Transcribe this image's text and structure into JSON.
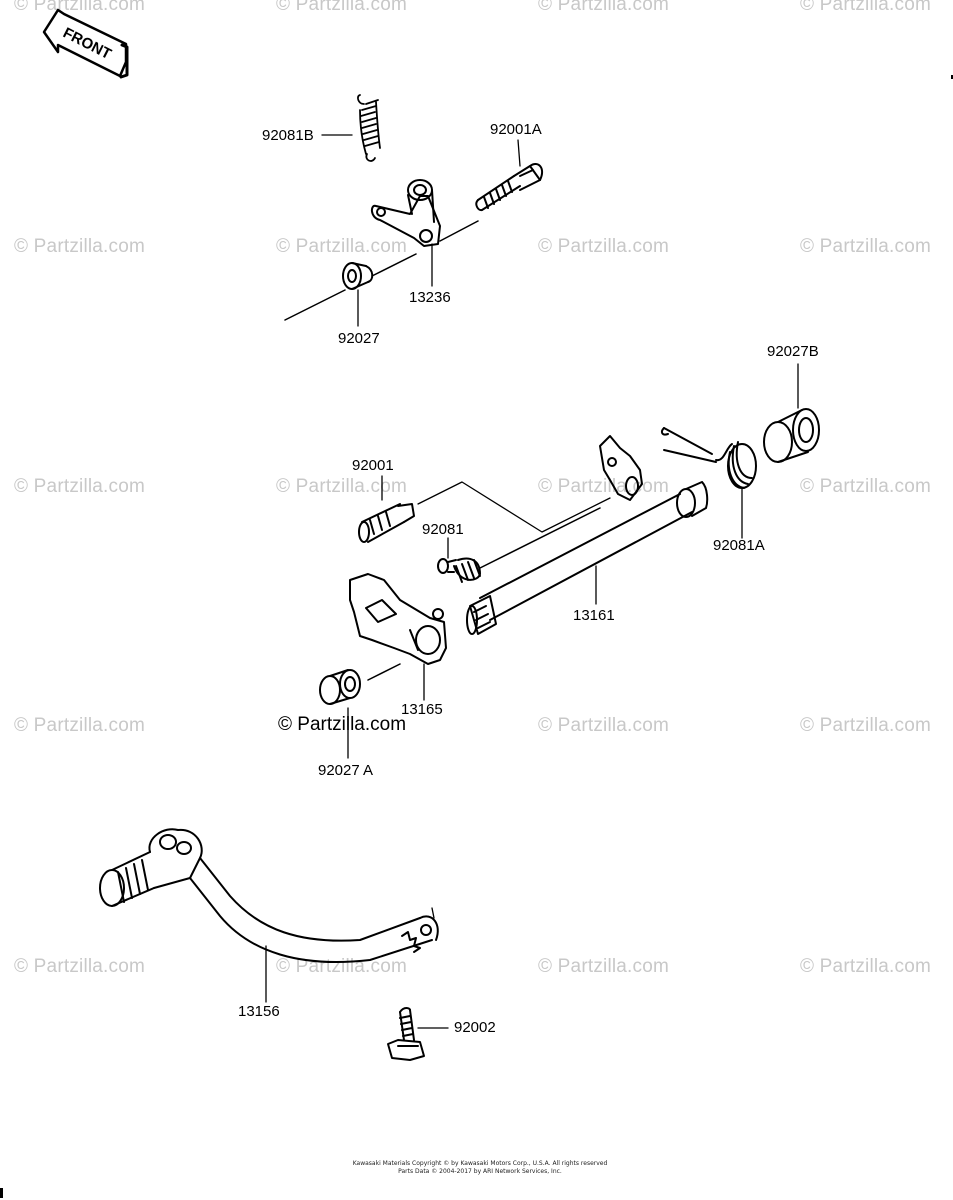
{
  "watermark": "© Partzilla.com",
  "center_watermark": "© Partzilla.com",
  "direction_indicator": "FRONT",
  "part_labels": {
    "p92081B": "92081B",
    "p92001A": "92001A",
    "p13236": "13236",
    "p92027": "92027",
    "p92027B": "92027B",
    "p92001": "92001",
    "p92081": "92081",
    "p92081A": "92081A",
    "p13161": "13161",
    "p13165": "13165",
    "p92027A": "92027 A",
    "p13156": "13156",
    "p92002": "92002"
  },
  "footer": {
    "line1": "Kawasaki Materials Copyright © by Kawasaki Motors Corp., U.S.A. All rights reserved",
    "line2": "Parts Data © 2004-2017 by ARI Network Services, Inc."
  }
}
